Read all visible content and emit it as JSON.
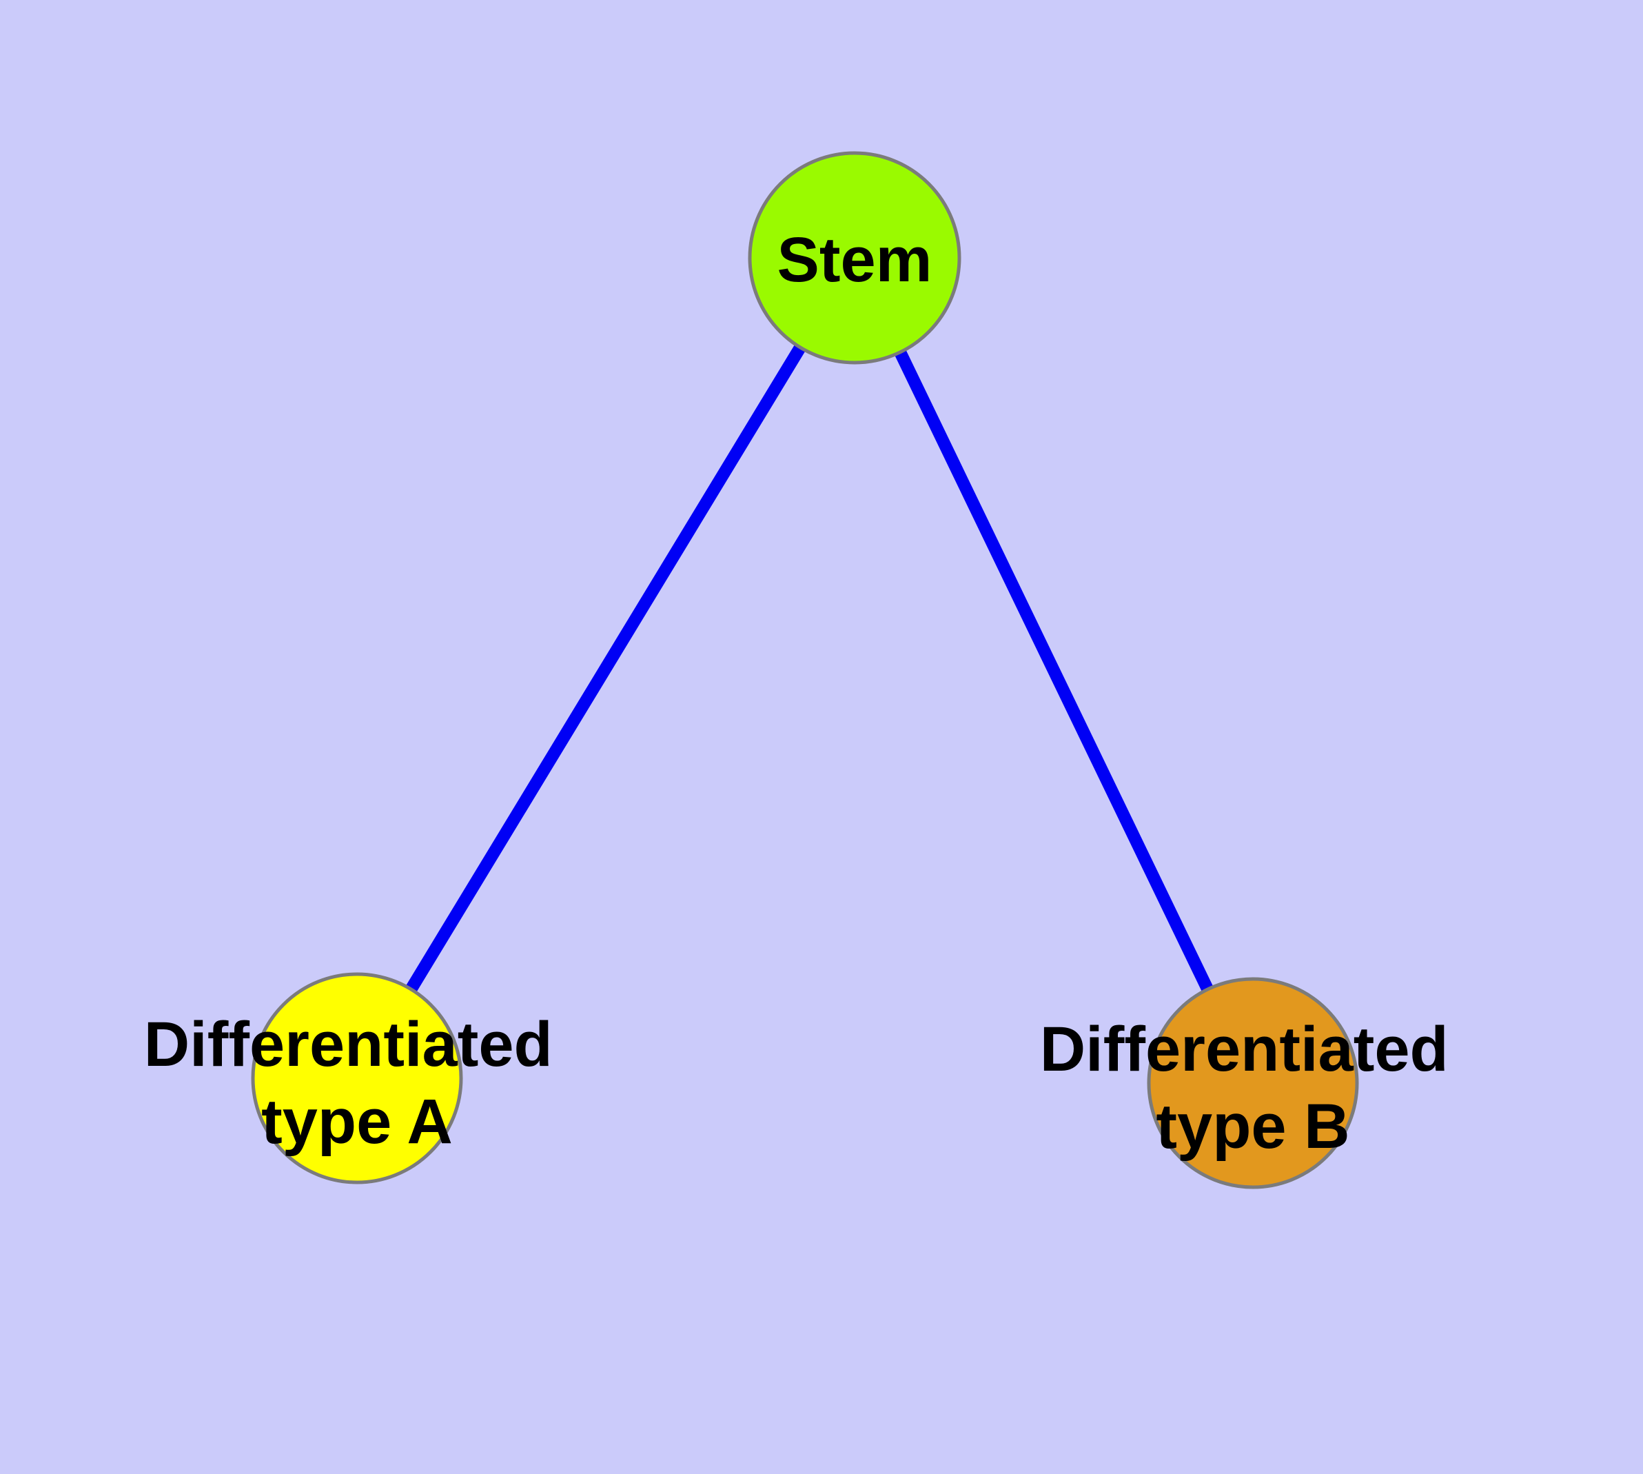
{
  "canvas": {
    "background_color": "#CBCBFA",
    "text_color": "#000000"
  },
  "nodes": [
    {
      "id": "stem",
      "label": "Stem",
      "fill": "#9AFA00",
      "border_color": "#7B7B7B"
    },
    {
      "id": "differentiated-type-a",
      "label": "Differentiated type A",
      "label_lines": [
        "Differentiated",
        "type A"
      ],
      "fill": "#FFFF00",
      "border_color": "#7B7B7B"
    },
    {
      "id": "differentiated-type-b",
      "label": "Differentiated type B",
      "label_lines": [
        "Differentiated",
        "type B"
      ],
      "fill": "#E2981E",
      "border_color": "#7B7B7B"
    }
  ],
  "edges": [
    {
      "from": "stem",
      "to": "differentiated-type-a",
      "color": "#0000F5"
    },
    {
      "from": "stem",
      "to": "differentiated-type-b",
      "color": "#0000F5"
    }
  ]
}
